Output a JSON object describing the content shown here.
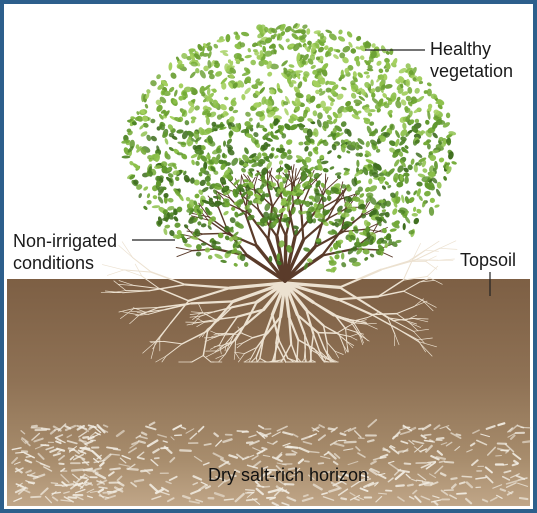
{
  "labels": {
    "healthy_line1": "Healthy",
    "healthy_line2": "vegetation",
    "nonirrigated_line1": "Non-irrigated",
    "nonirrigated_line2": "conditions",
    "topsoil": "Topsoil",
    "salt_horizon": "Dry salt-rich horizon"
  },
  "colors": {
    "frame": "#2d5f8c",
    "sky": "#ffffff",
    "soil_top": "#8a6a4c",
    "soil_bottom": "#b49a7b",
    "salt_flecks": "#f1ece2",
    "roots": "#e9ddcb",
    "foliage_dark": "#4f7d2a",
    "foliage_light": "#8cc04a",
    "trunk": "#5a3b2a",
    "leader_lines": "#222222"
  }
}
